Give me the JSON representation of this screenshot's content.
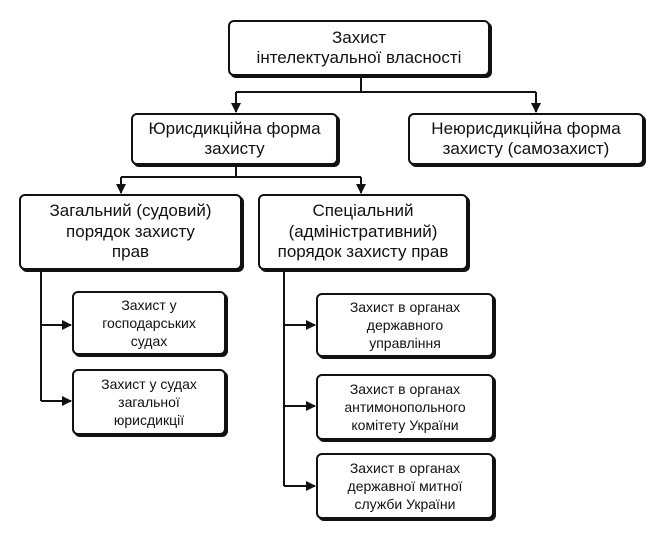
{
  "diagram": {
    "root": "Захист\nінтелектуальної власності",
    "jurisdictional": "Юрисдикційна форма\nзахисту",
    "non_jurisdictional": "Неюрисдикційна форма\nзахисту (самозахист)",
    "general_order": "Загальний (судовий)\nпорядок захисту\nправ",
    "special_order": "Спеціальний\n(адміністративний)\nпорядок захисту прав",
    "general_children": [
      "Захист у\nгосподарських\nсудах",
      "Захист у судах\nзагальної\nюрисдикції"
    ],
    "special_children": [
      "Захист в органах\nдержавного\nуправління",
      "Захист в органах\nантимонопольного\nкомітету України",
      "Захист в органах\nдержавної митної\nслужби України"
    ],
    "line_color": "#111111"
  }
}
